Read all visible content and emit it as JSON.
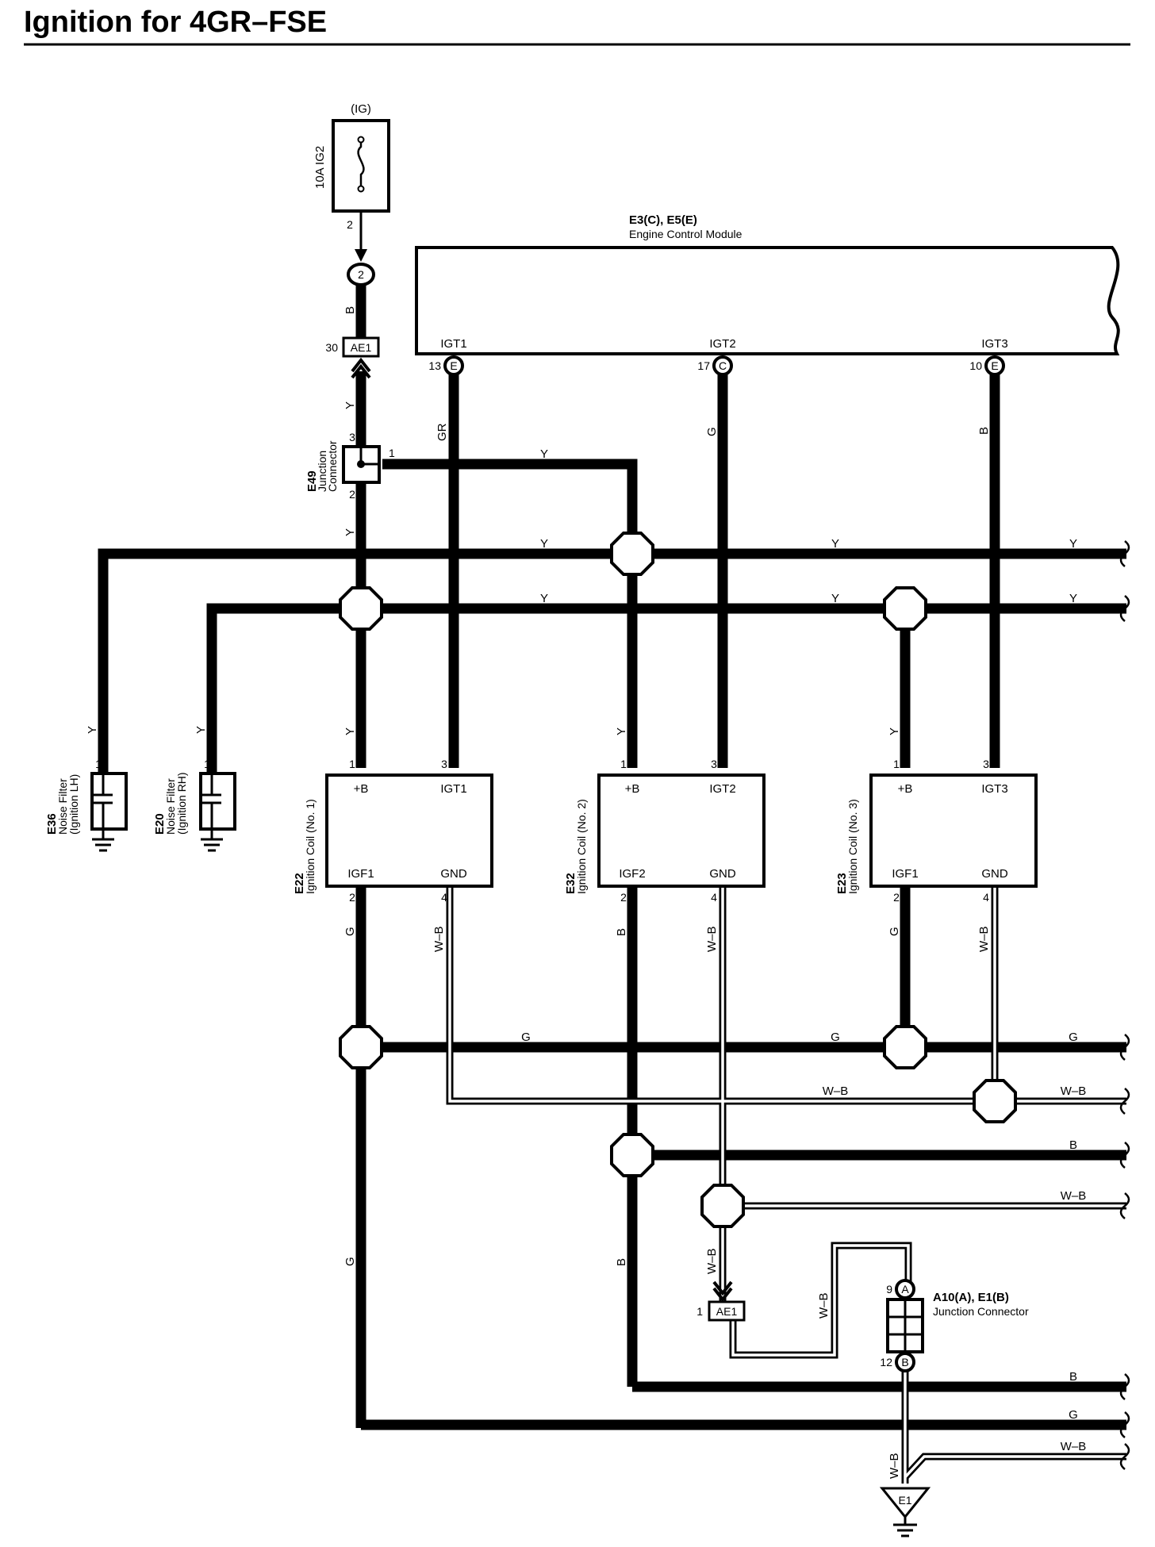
{
  "title": "Ignition for 4GR–FSE",
  "fuse": {
    "source": "(IG)",
    "name": "10A IG2",
    "pin": "2",
    "connector": "2"
  },
  "ecm": {
    "ref": "E3(C), E5(E)",
    "name": "Engine Control Module",
    "terminals": [
      {
        "label": "IGT1",
        "pin": "13",
        "conn": "E"
      },
      {
        "label": "IGT2",
        "pin": "17",
        "conn": "C"
      },
      {
        "label": "IGT3",
        "pin": "10",
        "conn": "E"
      }
    ]
  },
  "ae1_top": {
    "pin": "30",
    "label": "AE1"
  },
  "ae1_bottom": {
    "pin": "1",
    "label": "AE1"
  },
  "e49": {
    "ref": "E49",
    "line1": "Junction",
    "line2": "Connector",
    "pin_top": "3",
    "pin_right": "1",
    "pin_bottom": "2"
  },
  "filters": [
    {
      "ref": "E36",
      "line1": "Noise Filter",
      "line2": "(Ignition LH)",
      "pin": "1"
    },
    {
      "ref": "E20",
      "line1": "Noise Filter",
      "line2": "(Ignition RH)",
      "pin": "1"
    }
  ],
  "coils": [
    {
      "ref": "E22",
      "name": "Ignition Coil (No. 1)",
      "b": "+B",
      "igt": "IGT1",
      "igf": "IGF1",
      "gnd": "GND",
      "pin_b": "1",
      "pin_igt": "3",
      "pin_igf": "2",
      "pin_gnd": "4"
    },
    {
      "ref": "E32",
      "name": "Ignition Coil (No. 2)",
      "b": "+B",
      "igt": "IGT2",
      "igf": "IGF2",
      "gnd": "GND",
      "pin_b": "1",
      "pin_igt": "3",
      "pin_igf": "2",
      "pin_gnd": "4"
    },
    {
      "ref": "E23",
      "name": "Ignition Coil (No. 3)",
      "b": "+B",
      "igt": "IGT3",
      "igf": "IGF1",
      "gnd": "GND",
      "pin_b": "1",
      "pin_igt": "3",
      "pin_igf": "2",
      "pin_gnd": "4"
    }
  ],
  "jc": {
    "ref": "A10(A), E1(B)",
    "name": "Junction Connector",
    "pin_top": "9",
    "conn_top": "A",
    "pin_bottom": "12",
    "conn_bottom": "B"
  },
  "ground": {
    "label": "E1"
  },
  "wire_colors": {
    "y": "Y",
    "gr": "GR",
    "g": "G",
    "b": "B",
    "wb": "W–B"
  }
}
